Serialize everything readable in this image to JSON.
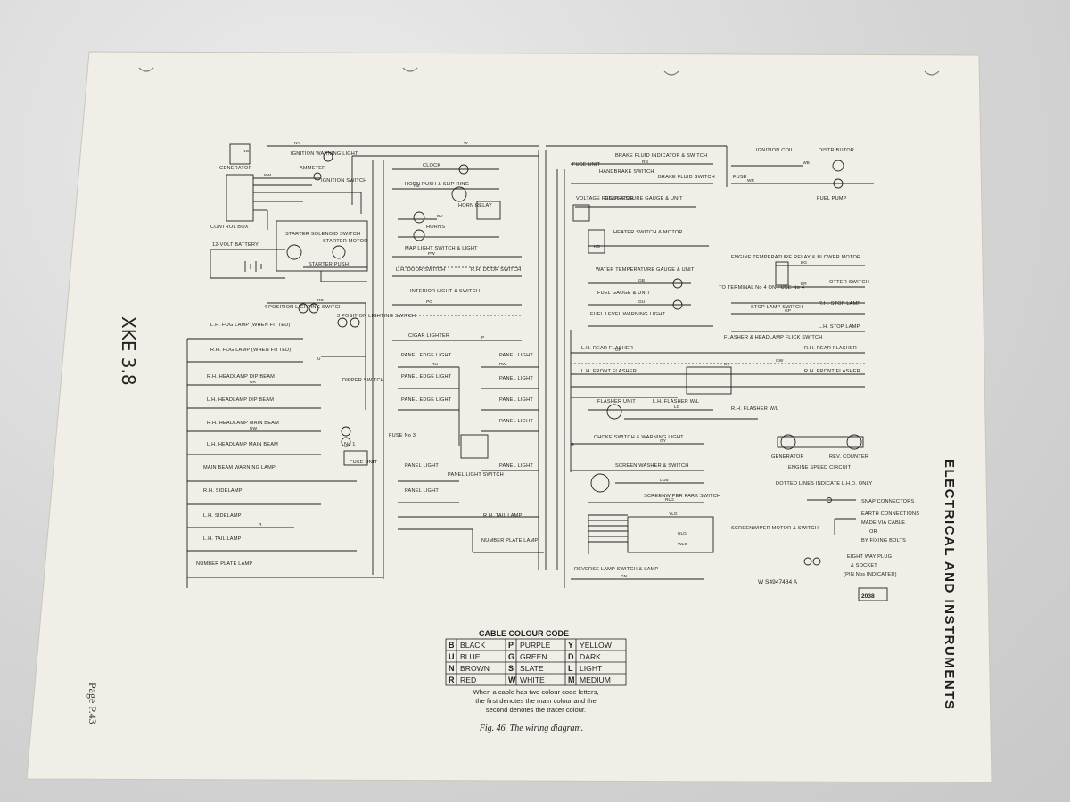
{
  "document": {
    "side_title": "ELECTRICAL AND INSTRUMENTS",
    "handwritten_note": "XKE 3.8",
    "page_number": "Page P.43",
    "caption": "Fig. 46.  The wiring diagram.",
    "drawing_ref": "W S4947484 A",
    "figure_box": "2038"
  },
  "cable_colour_code": {
    "title": "CABLE COLOUR CODE",
    "rows": [
      [
        {
          "code": "B",
          "name": "BLACK"
        },
        {
          "code": "P",
          "name": "PURPLE"
        },
        {
          "code": "Y",
          "name": "YELLOW"
        }
      ],
      [
        {
          "code": "U",
          "name": "BLUE"
        },
        {
          "code": "G",
          "name": "GREEN"
        },
        {
          "code": "D",
          "name": "DARK"
        }
      ],
      [
        {
          "code": "N",
          "name": "BROWN"
        },
        {
          "code": "S",
          "name": "SLATE"
        },
        {
          "code": "L",
          "name": "LIGHT"
        }
      ],
      [
        {
          "code": "R",
          "name": "RED"
        },
        {
          "code": "W",
          "name": "WHITE"
        },
        {
          "code": "M",
          "name": "MEDIUM"
        }
      ]
    ],
    "note_lines": [
      "When a cable has two colour code letters,",
      "the first denotes the main colour and the",
      "second denotes the tracer colour."
    ]
  },
  "diagram": {
    "components": {
      "generator": "GENERATOR",
      "control_box": "CONTROL BOX",
      "battery": "12-VOLT BATTERY",
      "ignition_warning": "IGNITION WARNING LIGHT",
      "ammeter": "AMMETER",
      "ignition_switch": "IGNITION SWITCH",
      "starter_solenoid": "STARTER SOLENOID SWITCH",
      "starter_motor": "STARTER MOTOR",
      "starter_push": "STARTER PUSH",
      "clock": "CLOCK",
      "horn_push": "HORN PUSH & SLIP RING",
      "horn_relay": "HORN RELAY",
      "horns": "HORNS",
      "map_light": "MAP LIGHT SWITCH & LIGHT",
      "lh_door": "L.H. DOOR SWITCH",
      "rh_door": "R.H. DOOR SWITCH",
      "interior_light": "INTERIOR LIGHT & SWITCH",
      "cigar_lighter": "CIGAR LIGHTER",
      "panel_edge_light": "PANEL EDGE LIGHT",
      "panel_light": "PANEL LIGHT",
      "panel_light_switch": "PANEL LIGHT SWITCH",
      "four_pos_switch": "4 POSITION LIGHTING SWITCH",
      "three_pos_switch": "3 POSITION LIGHTING SWITCH",
      "lh_fog": "L.H. FOG LAMP (WHEN FITTED)",
      "rh_fog": "R.H. FOG LAMP (WHEN FITTED)",
      "rh_dip": "R.H. HEADLAMP DIP BEAM",
      "lh_dip": "L.H. HEADLAMP DIP BEAM",
      "dipper_switch": "DIPPER SWITCH",
      "rh_main": "R.H. HEADLAMP MAIN BEAM",
      "lh_main": "L.H. HEADLAMP MAIN BEAM",
      "fuse_unit": "FUSE UNIT",
      "main_beam_warning": "MAIN BEAM WARNING LAMP",
      "rh_sidelamp": "R.H. SIDELAMP",
      "lh_sidelamp": "L.H. SIDELAMP",
      "lh_tail": "L.H. TAIL LAMP",
      "rh_tail": "R.H. TAIL LAMP",
      "number_plate_left": "NUMBER PLATE LAMP",
      "number_plate_right": "NUMBER PLATE LAMP",
      "fuse_no3": "FUSE No 3",
      "fuse_no1": "No 1",
      "fuse_unit_top": "FUSE UNIT",
      "handbrake": "HANDBRAKE SWITCH",
      "brake_fluid_indicator": "BRAKE FLUID INDICATOR & SWITCH",
      "brake_fluid_switch": "BRAKE FLUID SWITCH",
      "ignition_coil": "IGNITION COIL",
      "distributor": "DISTRIBUTOR",
      "fuse": "FUSE",
      "fuel_pump": "FUEL PUMP",
      "voltage_regulator": "VOLTAGE REGULATOR",
      "oil_pressure": "OIL PRESSURE GAUGE & UNIT",
      "heater": "HEATER SWITCH & MOTOR",
      "water_temp": "WATER TEMPERATURE GAUGE & UNIT",
      "fuel_gauge": "FUEL GAUGE & UNIT",
      "fuel_level_warning": "FUEL LEVEL WARNING LIGHT",
      "engine_temp_relay": "ENGINE TEMPERATURE RELAY & BLOWER MOTOR",
      "otter_switch": "OTTER SWITCH",
      "to_terminal": "TO TERMINAL No 4 ON FUSE No 4",
      "stop_lamp_switch": "STOP LAMP SWITCH",
      "rh_stop": "R.H. STOP LAMP",
      "lh_stop": "L.H. STOP LAMP",
      "flasher_headlamp": "FLASHER & HEADLAMP FLICK SWITCH",
      "lh_rear_flasher": "L.H. REAR FLASHER",
      "rh_rear_flasher": "R.H. REAR FLASHER",
      "lh_front_flasher": "L.H. FRONT FLASHER",
      "rh_front_flasher": "R.H. FRONT FLASHER",
      "flasher_unit": "FLASHER UNIT",
      "lh_flasher_wl": "L.H. FLASHER W/L",
      "rh_flasher_wl": "R.H. FLASHER W/L",
      "choke": "CHOKE SWITCH & WARNING LIGHT",
      "screen_washer": "SCREEN WASHER & SWITCH",
      "screenwiper_park": "SCREENWIPER PARK SWITCH",
      "screenwiper_motor": "SCREENWIPER MOTOR & SWITCH",
      "reverse_lamp": "REVERSE LAMP SWITCH & LAMP",
      "rev_counter": "REV. COUNTER",
      "generator_rc": "GENERATOR",
      "engine_speed": "ENGINE SPEED CIRCUIT"
    },
    "legend": {
      "dotted": "DOTTED LINES INDICATE L.H.D. ONLY",
      "snap": "SNAP CONNECTORS",
      "earth_1": "EARTH CONNECTIONS",
      "earth_2": "MADE VIA CABLE",
      "earth_3": "OR",
      "earth_4": "BY FIXING BOLTS",
      "plug_1": "EIGHT WAY PLUG",
      "plug_2": "& SOCKET",
      "plug_3": "(PIN Nos INDICATED)"
    },
    "wire_codes": [
      "NY",
      "W",
      "NG",
      "NW",
      "WB",
      "RG",
      "WR",
      "P",
      "PB",
      "PV",
      "PW",
      "PG",
      "RB",
      "RU",
      "RW",
      "UR",
      "UW",
      "U",
      "R",
      "GB",
      "GU",
      "GN",
      "GW",
      "GR",
      "LG",
      "LGB",
      "YLG",
      "RLG",
      "ULG",
      "WLG",
      "GP",
      "GY",
      "BG",
      "BR",
      "UY",
      "KG",
      "G"
    ]
  }
}
